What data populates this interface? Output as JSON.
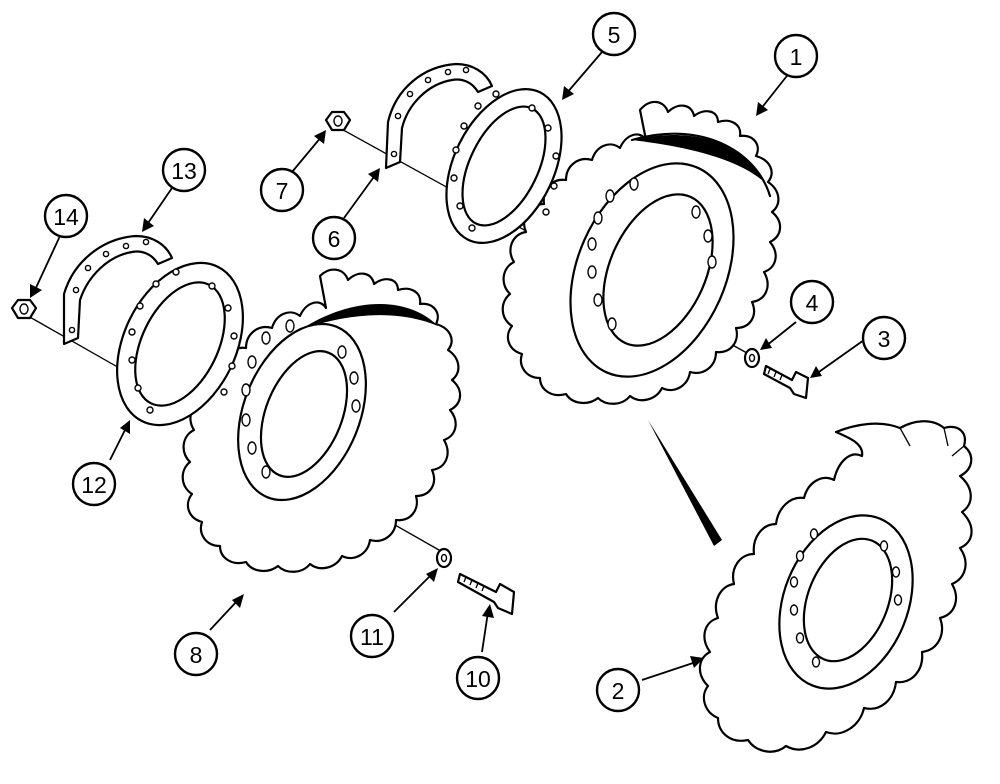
{
  "callouts": {
    "c1": "1",
    "c2": "2",
    "c3": "3",
    "c4": "4",
    "c5": "5",
    "c6": "6",
    "c7": "7",
    "c8": "8",
    "c10": "10",
    "c11": "11",
    "c12": "12",
    "c13": "13",
    "c14": "14"
  }
}
